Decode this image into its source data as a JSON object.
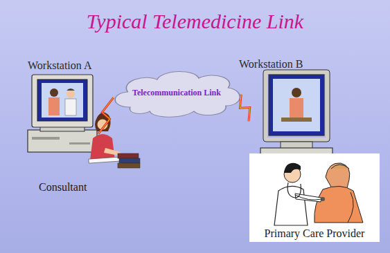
{
  "diagram": {
    "title": "Typical Telemedicine Link",
    "nodes": [
      {
        "text": [
          "Workstation A"
        ]
      },
      {
        "text": [
          "Telecommunication Link"
        ]
      },
      {
        "text": [
          "Workstation B"
        ]
      },
      {
        "text": [
          "Primary Care Provider"
        ]
      }
    ],
    "edges": [
      {
        "from": 0,
        "to": 1,
        "arrow": "none"
      },
      {
        "from": 1,
        "to": 2,
        "arrow": "none"
      }
    ],
    "labels": [
      "Consultant"
    ]
  }
}
